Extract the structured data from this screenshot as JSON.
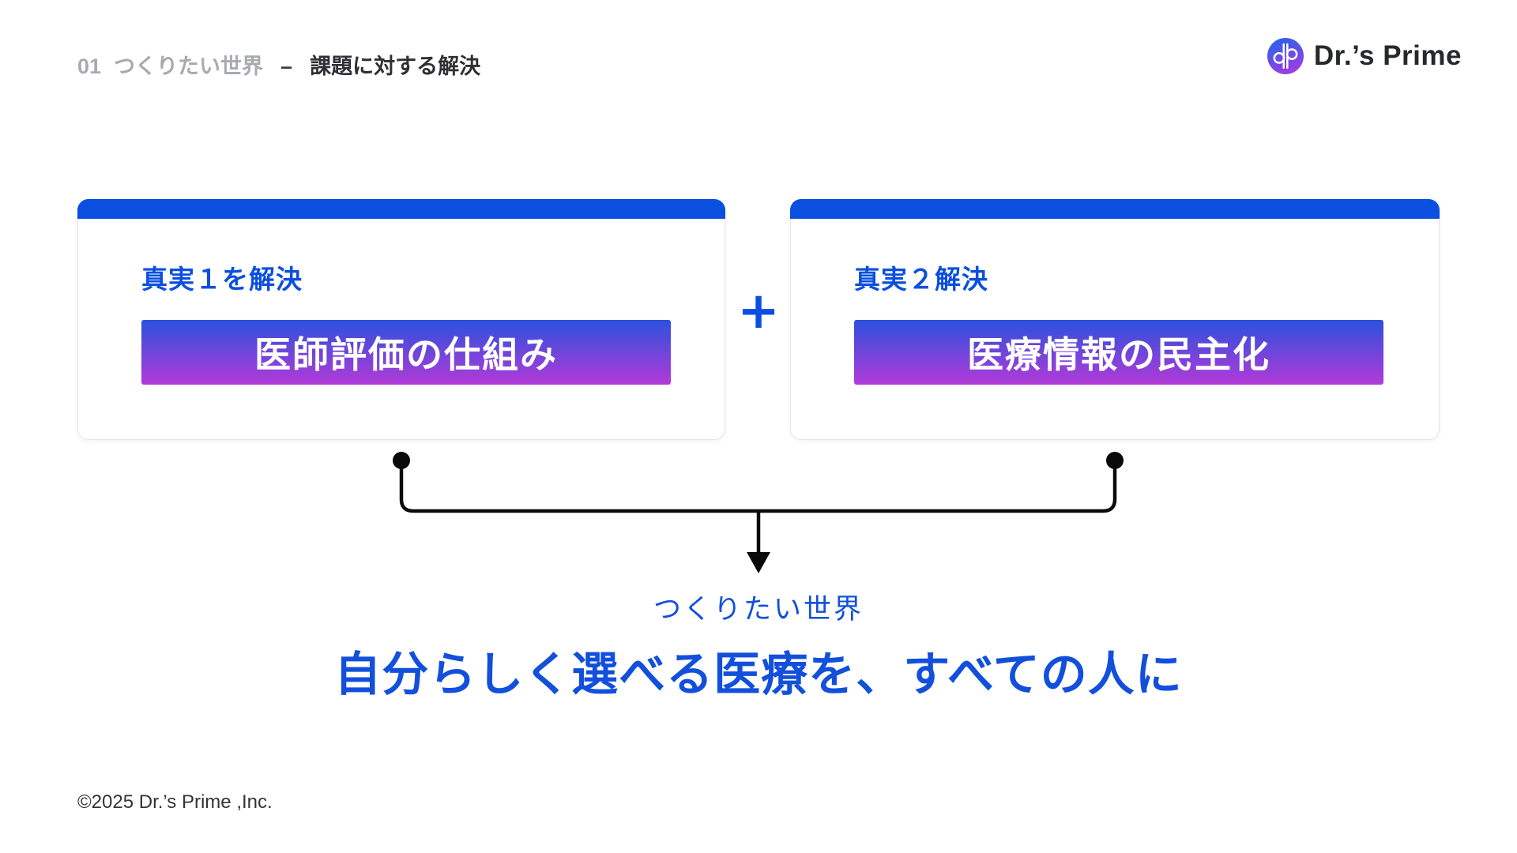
{
  "header": {
    "section_number": "01",
    "section_title": "つくりたい世界",
    "separator": "–",
    "page_title": "課題に対する解決"
  },
  "brand": {
    "name": "Dr.’s Prime"
  },
  "cards": [
    {
      "label": "真実１を解決",
      "solution": "医師評価の仕組み"
    },
    {
      "label": "真実２解決",
      "solution": "医療情報の民主化"
    }
  ],
  "operator": {
    "plus": "+"
  },
  "result": {
    "label": "つくりたい世界",
    "statement": "自分らしく選べる医療を、すべての人に"
  },
  "footer": {
    "copyright": "©2025 Dr.’s Prime ,Inc."
  },
  "colors": {
    "primary_blue": "#0d4edd",
    "bar_blue": "#0b4fe0",
    "gradient_top": "#2b51dc",
    "gradient_bottom": "#b23ad8",
    "connector_black": "#0a0a0a",
    "muted_gray": "#a7abb0"
  }
}
